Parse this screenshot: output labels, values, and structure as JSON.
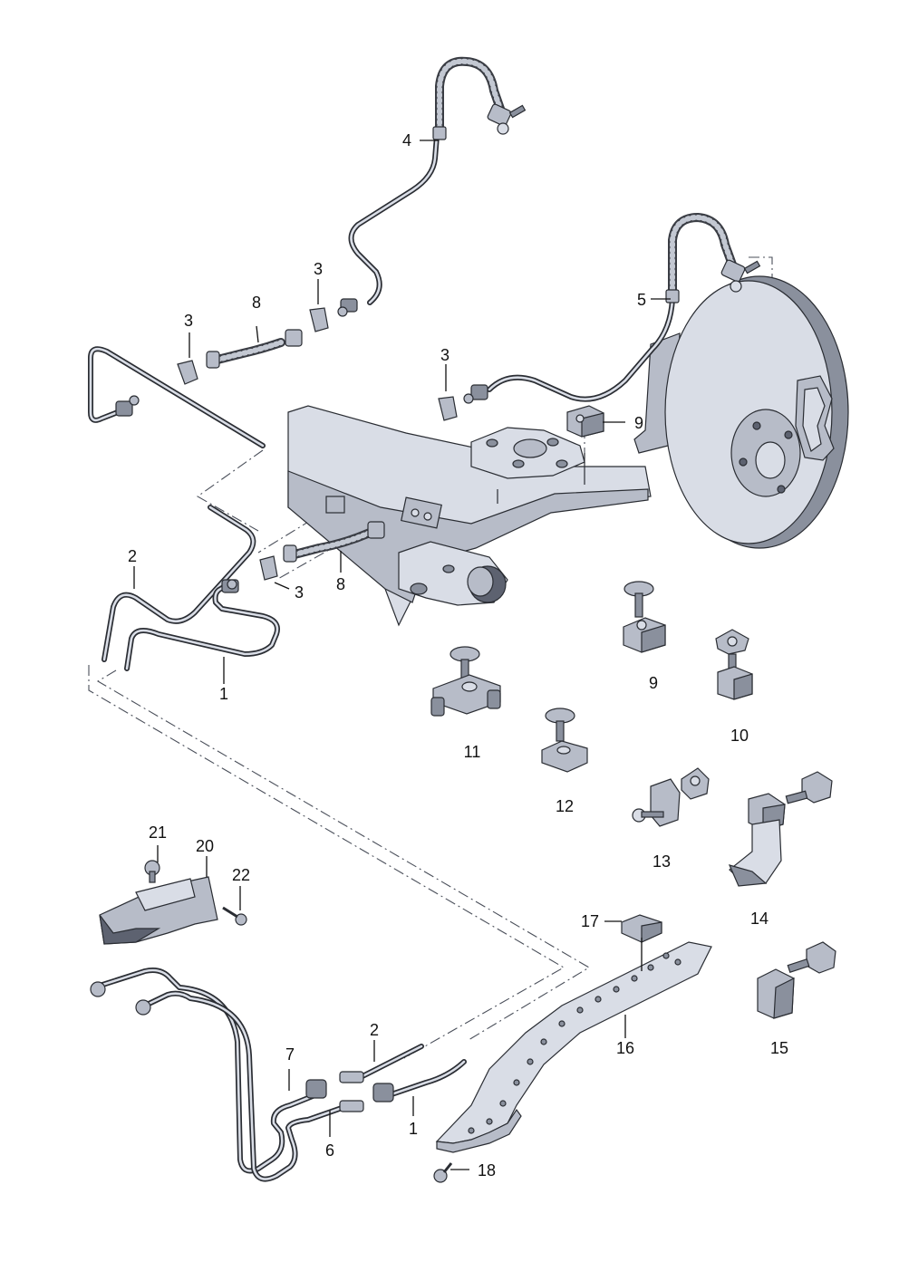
{
  "callouts": [
    {
      "id": "c1a",
      "label": "1"
    },
    {
      "id": "c1b",
      "label": "1"
    },
    {
      "id": "c2a",
      "label": "2"
    },
    {
      "id": "c2b",
      "label": "2"
    },
    {
      "id": "c3a",
      "label": "3"
    },
    {
      "id": "c3b",
      "label": "3"
    },
    {
      "id": "c3c",
      "label": "3"
    },
    {
      "id": "c3d",
      "label": "3"
    },
    {
      "id": "c4",
      "label": "4"
    },
    {
      "id": "c5",
      "label": "5"
    },
    {
      "id": "c6",
      "label": "6"
    },
    {
      "id": "c7",
      "label": "7"
    },
    {
      "id": "c8a",
      "label": "8"
    },
    {
      "id": "c8b",
      "label": "8"
    },
    {
      "id": "c9a",
      "label": "9"
    },
    {
      "id": "c9b",
      "label": "9"
    },
    {
      "id": "c10",
      "label": "10"
    },
    {
      "id": "c11",
      "label": "11"
    },
    {
      "id": "c12",
      "label": "12"
    },
    {
      "id": "c13",
      "label": "13"
    },
    {
      "id": "c14",
      "label": "14"
    },
    {
      "id": "c15",
      "label": "15"
    },
    {
      "id": "c16",
      "label": "16"
    },
    {
      "id": "c17",
      "label": "17"
    },
    {
      "id": "c18",
      "label": "18"
    },
    {
      "id": "c20",
      "label": "20"
    },
    {
      "id": "c21",
      "label": "21"
    },
    {
      "id": "c22",
      "label": "22"
    }
  ]
}
